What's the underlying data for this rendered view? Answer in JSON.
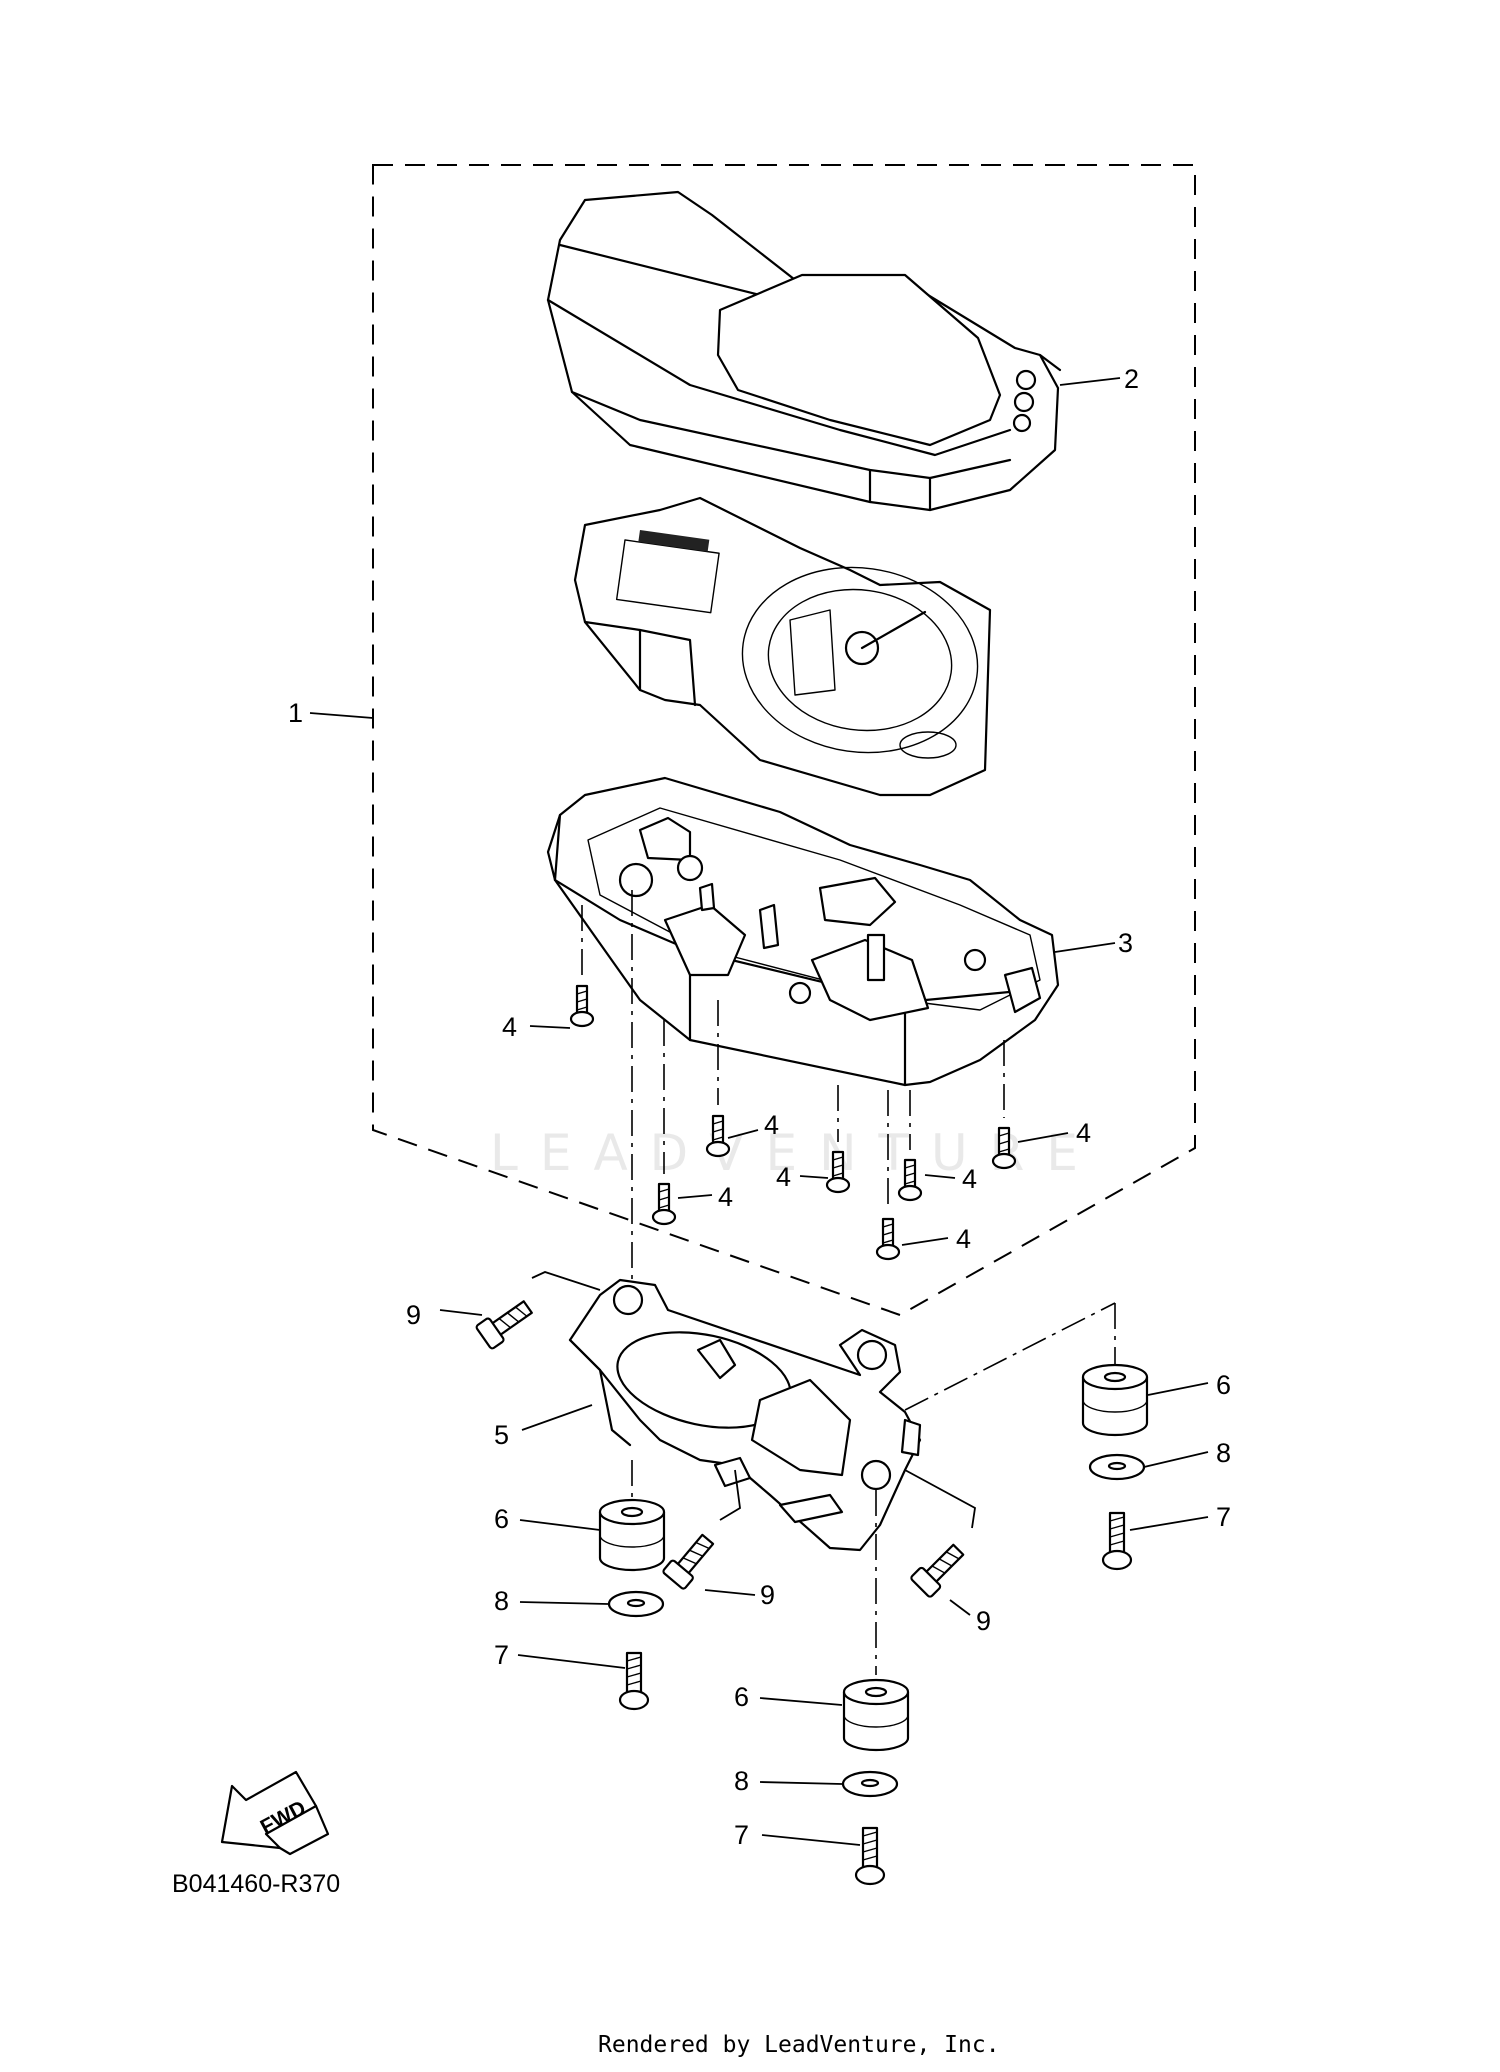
{
  "diagram": {
    "diagram_code": "B041460-R370",
    "watermark": "LEADVENTURE",
    "footer": "Rendered by LeadVenture, Inc.",
    "fwd_label": "FWD",
    "callouts": [
      "1",
      "2",
      "3",
      "4",
      "5",
      "6",
      "7",
      "8",
      "9"
    ]
  }
}
